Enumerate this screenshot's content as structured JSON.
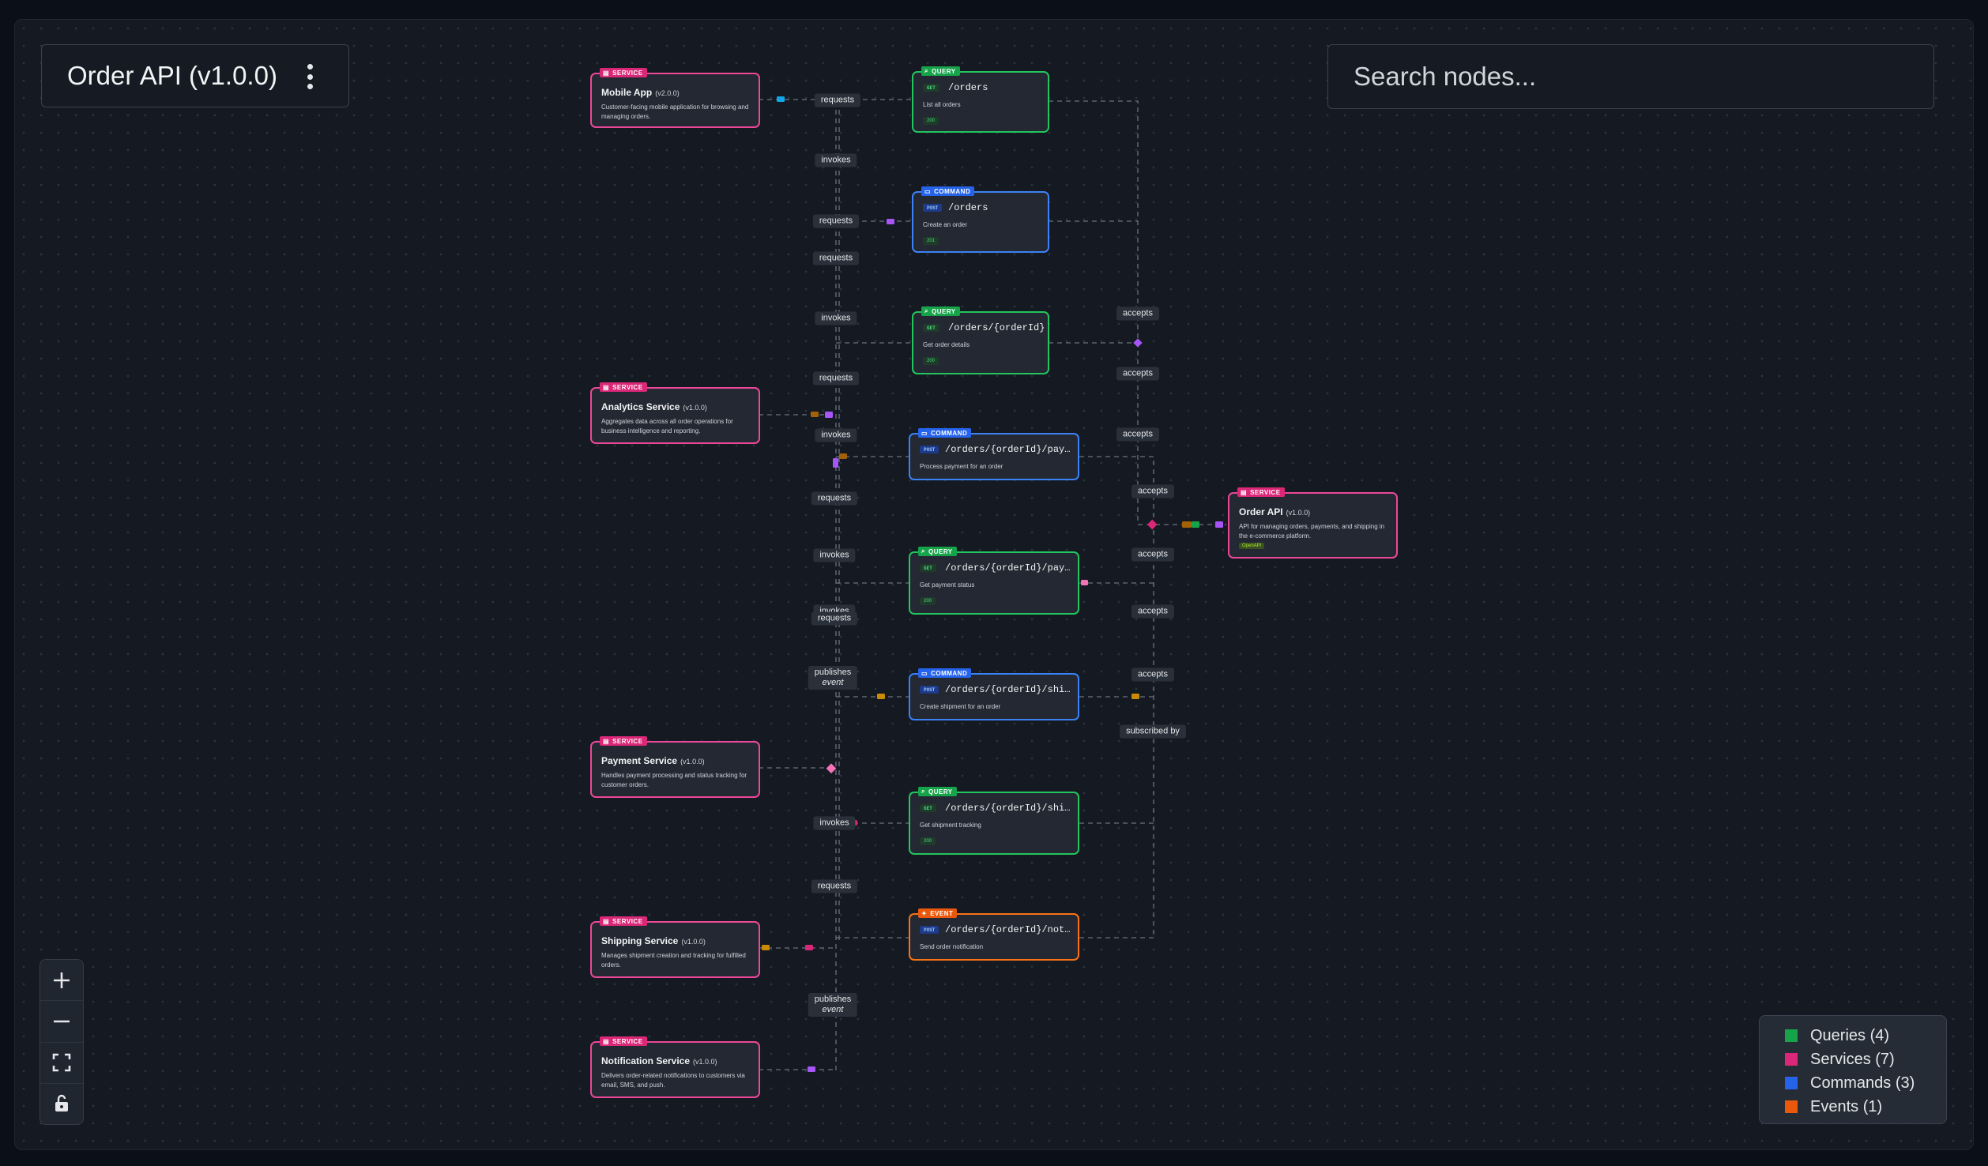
{
  "title": "Order API (v1.0.0)",
  "search": {
    "placeholder": "Search nodes..."
  },
  "controls": {
    "zoom_in": "+",
    "zoom_out": "−"
  },
  "colors": {
    "query": "#22c55e",
    "service": "#ec4899",
    "command": "#3b82f6",
    "event": "#f97316"
  },
  "legend": [
    {
      "label": "Queries (4)",
      "color": "#16a34a"
    },
    {
      "label": "Services (7)",
      "color": "#db2777"
    },
    {
      "label": "Commands (3)",
      "color": "#2563eb"
    },
    {
      "label": "Events (1)",
      "color": "#ea580c"
    }
  ],
  "nodes": {
    "mobile_app": {
      "badge": "SERVICE",
      "name": "Mobile App",
      "version": "(v2.0.0)",
      "desc": "Customer-facing mobile application for browsing and managing orders."
    },
    "analytics": {
      "badge": "SERVICE",
      "name": "Analytics Service",
      "version": "(v1.0.0)",
      "desc": "Aggregates data across all order operations for business intelligence and reporting."
    },
    "payment": {
      "badge": "SERVICE",
      "name": "Payment Service",
      "version": "(v1.0.0)",
      "desc": "Handles payment processing and status tracking for customer orders."
    },
    "shipping": {
      "badge": "SERVICE",
      "name": "Shipping Service",
      "version": "(v1.0.0)",
      "desc": "Manages shipment creation and tracking for fulfilled orders."
    },
    "notification": {
      "badge": "SERVICE",
      "name": "Notification Service",
      "version": "(v1.0.0)",
      "desc": "Delivers order-related notifications to customers via email, SMS, and push."
    },
    "order_api": {
      "badge": "SERVICE",
      "name": "Order API",
      "version": "(v1.0.0)",
      "desc": "API for managing orders, payments, and shipping in the e-commerce platform.",
      "tag": "OpenAPI"
    },
    "q_list": {
      "badge": "QUERY",
      "method": "GET",
      "path": "/orders",
      "desc": "List all orders",
      "status": "200"
    },
    "c_create": {
      "badge": "COMMAND",
      "method": "POST",
      "path": "/orders",
      "desc": "Create an order",
      "status": "201"
    },
    "q_get": {
      "badge": "QUERY",
      "method": "GET",
      "path": "/orders/{orderId}",
      "desc": "Get order details",
      "status": "200"
    },
    "c_pay": {
      "badge": "COMMAND",
      "method": "POST",
      "path": "/orders/{orderId}/paym…",
      "desc": "Process payment for an order"
    },
    "q_pay": {
      "badge": "QUERY",
      "method": "GET",
      "path": "/orders/{orderId}/payme…",
      "desc": "Get payment status",
      "status": "200"
    },
    "c_ship": {
      "badge": "COMMAND",
      "method": "POST",
      "path": "/orders/{orderId}/ship…",
      "desc": "Create shipment for an order"
    },
    "q_ship": {
      "badge": "QUERY",
      "method": "GET",
      "path": "/orders/{orderId}/shipm…",
      "desc": "Get shipment tracking",
      "status": "200"
    },
    "e_noti": {
      "badge": "EVENT",
      "method": "POST",
      "path": "/orders/{orderId}/noti…",
      "desc": "Send order notification"
    }
  },
  "edge_labels": {
    "requests": "requests",
    "invokes": "invokes",
    "accepts": "accepts",
    "subscribed_by": "subscribed by",
    "publishes": "publishes",
    "event": "event"
  }
}
